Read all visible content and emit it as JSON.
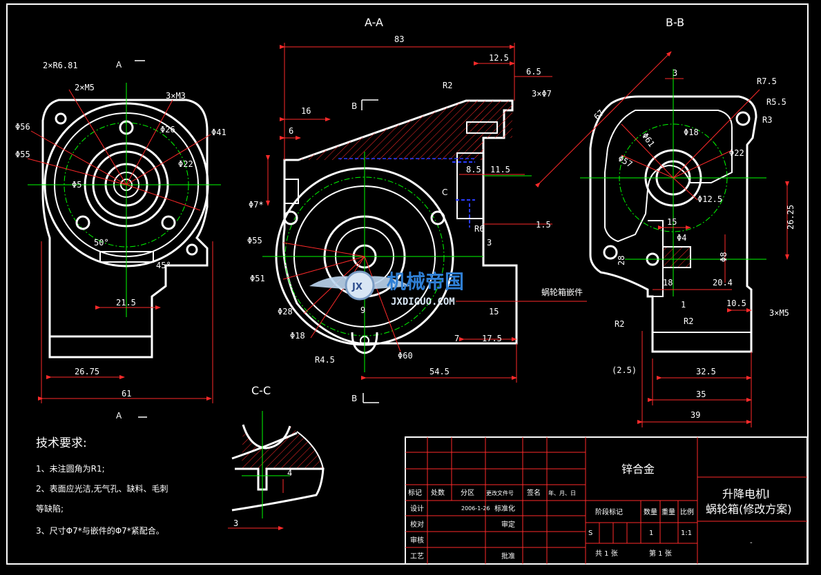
{
  "colors": {
    "background": "#000000",
    "outline": "#ffffff",
    "dimension": "#ff2a2a",
    "centerline": "#00ff00",
    "hidden": "#2a3cff",
    "hatch": "#ff2a2a",
    "watermark": "#2f7fd4"
  },
  "views": {
    "front": {
      "section_top": "A",
      "section_bottom": "A",
      "dims": {
        "r2x681": "2×R6.81",
        "m5": "2×M5",
        "m3": "3×M3",
        "d56": "Φ56",
        "d55": "Φ55",
        "d26": "Φ26",
        "d41": "Φ41",
        "d22": "Φ22",
        "d5": "Φ5",
        "a50": "50°",
        "a45": "45°",
        "l21_5": "21.5",
        "l26_75": "26.75",
        "l61": "61"
      }
    },
    "aa": {
      "title": "A-A",
      "cut_b_top": "B",
      "cut_b_bottom": "B",
      "cut_c": "C",
      "dims": {
        "l83": "83",
        "l12_5": "12.5",
        "l6_5": "6.5",
        "r2": "R2",
        "d7x3": "3×Φ7",
        "l16": "16",
        "l6": "6",
        "l8_5": "8.5",
        "l11_5": "11.5",
        "d7s": "Φ7*",
        "l1_5": "1.5",
        "l3": "3",
        "r6": "R6",
        "d55": "Φ55",
        "d51": "Φ51",
        "d28": "Φ28",
        "d18": "Φ18",
        "l15": "15",
        "l7": "7",
        "l17_5": "17.5",
        "r4_5": "R4.5",
        "d60": "Φ60",
        "l54_5": "54.5",
        "l9": "9"
      },
      "part_label": "蜗轮箱嵌件"
    },
    "bb": {
      "title": "B-B",
      "dims": {
        "l67": "67",
        "l3": "3",
        "r7_5": "R7.5",
        "r5_5": "R5.5",
        "r3": "R3",
        "d61": "Φ61",
        "d18": "Φ18",
        "d57": "Φ57",
        "d22": "Φ22",
        "d12_5": "Φ12.5",
        "l26_25": "26.25",
        "l15": "15",
        "d4": "Φ4",
        "l28": "28",
        "d8": "Φ8",
        "l18": "18",
        "l20_4": "20.4",
        "l1": "1",
        "l10_5": "10.5",
        "m5x3": "3×M5",
        "r2a": "R2",
        "r2b": "R2",
        "l2_5": "(2.5)",
        "l32_5": "32.5",
        "l35": "35",
        "l39": "39"
      }
    },
    "cc": {
      "title": "C-C",
      "dims": {
        "l4": "4",
        "l3": "3"
      }
    }
  },
  "tech_requirements": {
    "heading": "技术要求:",
    "items": [
      "1、未注圆角为R1;",
      "2、表面应光洁,无气孔、缺料、毛刺",
      "等缺陷;",
      "3、尺寸Φ7*与嵌件的Φ7*紧配合。"
    ]
  },
  "title_block": {
    "material": "锌合金",
    "part_title_1": "升降电机Ⅰ",
    "part_title_2": "蜗轮箱(修改方案)",
    "header_cells": [
      "标记",
      "处数",
      "分区",
      "更改文件号",
      "签名",
      "年、月、日"
    ],
    "row_design": "设计",
    "design_date": "2006-1-26",
    "standardize": "标准化",
    "row_check": "校对",
    "review": "审定",
    "row_audit": "审核",
    "row_process": "工艺",
    "approve": "批准",
    "stage_mark": "阶段标记",
    "quantity": "数量",
    "weight": "重量",
    "scale": "比例",
    "stage_value": "S",
    "quantity_value": "1",
    "scale_value": "1:1",
    "total_sheets": "共 1 张",
    "sheet_no": "第 1 张",
    "drawing_no": "-"
  },
  "watermark": {
    "logo_text": "JX",
    "name": "机械帝国",
    "url": "JXDIGUO.COM"
  }
}
